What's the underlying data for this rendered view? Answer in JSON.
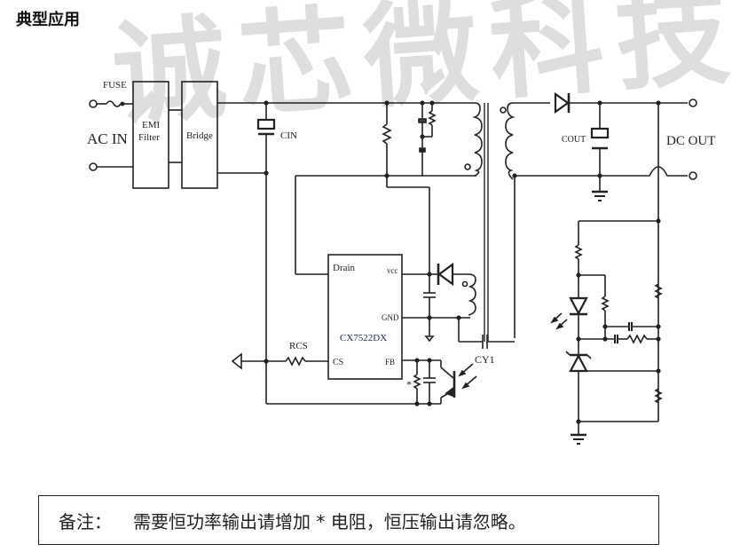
{
  "page": {
    "title": "典型应用",
    "watermark": "诚芯微科技"
  },
  "schematic": {
    "labels": {
      "fuse": "FUSE",
      "ac_in": "AC IN",
      "emi_filter_line1": "EMI",
      "emi_filter_line2": "Filter",
      "bridge": "Bridge",
      "cin": "CIN",
      "cout": "COUT",
      "dc_out": "DC OUT",
      "ic_name": "CX7522DX",
      "pin_drain": "Drain",
      "pin_vcc": "vcc",
      "pin_gnd": "GND",
      "pin_cs": "CS",
      "pin_fb": "FB",
      "rcs": "RCS",
      "cy1": "CY1",
      "star": "*"
    }
  },
  "note": {
    "label": "备注：",
    "text": "需要恒功率输出请增加 * 电阻，恒压输出请忽略。"
  }
}
